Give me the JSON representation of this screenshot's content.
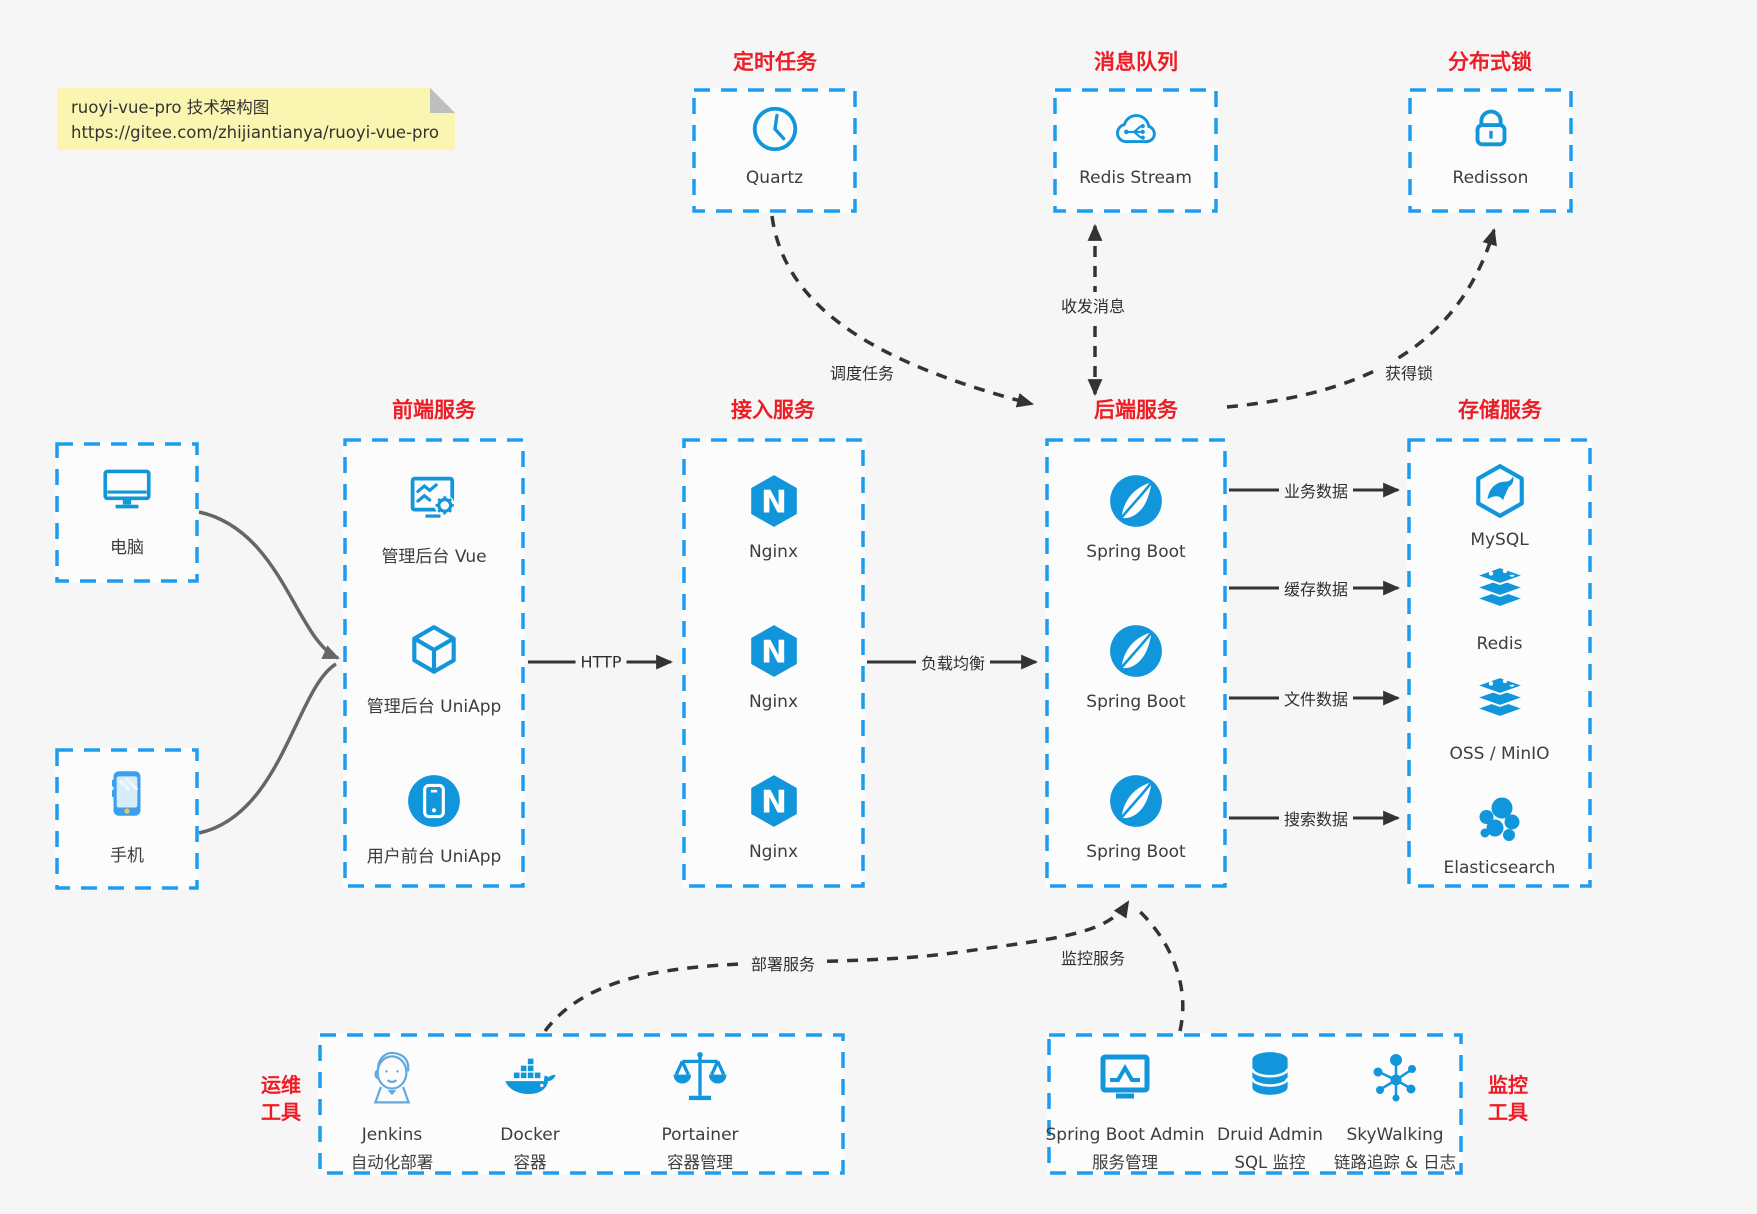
{
  "colors": {
    "accent_blue": "#1296db",
    "border_blue": "#1e9cf0",
    "title_red": "#ee1c24",
    "note_bg": "#fbf5b2",
    "arrow_dark": "#333333",
    "arrow_gray": "#666666"
  },
  "note": {
    "line1": "ruoyi-vue-pro 技术架构图",
    "line2": "https://gitee.com/zhijiantianya/ruoyi-vue-pro"
  },
  "top_services": [
    {
      "title": "定时任务",
      "label": "Quartz",
      "icon": "clock-icon"
    },
    {
      "title": "消息队列",
      "label": "Redis Stream",
      "icon": "cloud-network-icon"
    },
    {
      "title": "分布式锁",
      "label": "Redisson",
      "icon": "lock-icon"
    }
  ],
  "clients": [
    {
      "label": "电脑",
      "icon": "desktop-icon"
    },
    {
      "label": "手机",
      "icon": "smartphone-icon"
    }
  ],
  "columns": [
    {
      "title": "前端服务",
      "items": [
        {
          "label": "管理后台 Vue"
        },
        {
          "label": "管理后台 UniApp"
        },
        {
          "label": "用户前台 UniApp"
        }
      ]
    },
    {
      "title": "接入服务",
      "items": [
        {
          "label": "Nginx"
        },
        {
          "label": "Nginx"
        },
        {
          "label": "Nginx"
        }
      ]
    },
    {
      "title": "后端服务",
      "items": [
        {
          "label": "Spring Boot"
        },
        {
          "label": "Spring Boot"
        },
        {
          "label": "Spring Boot"
        }
      ]
    },
    {
      "title": "存储服务",
      "items": [
        {
          "label": "MySQL"
        },
        {
          "label": "Redis"
        },
        {
          "label": "OSS / MinIO"
        },
        {
          "label": "Elasticsearch"
        }
      ]
    }
  ],
  "edges": {
    "http": "HTTP",
    "load_balance": "负载均衡",
    "schedule_task": "调度任务",
    "send_receive_message": "收发消息",
    "acquire_lock": "获得锁",
    "business_data": "业务数据",
    "cache_data": "缓存数据",
    "file_data": "文件数据",
    "search_data": "搜索数据",
    "deploy_service": "部署服务",
    "monitor_service": "监控服务"
  },
  "ops_group": {
    "side_line1": "运维",
    "side_line2": "工具",
    "items": [
      {
        "name": "Jenkins",
        "desc": "自动化部署",
        "icon": "jenkins-icon"
      },
      {
        "name": "Docker",
        "desc": "容器",
        "icon": "docker-icon"
      },
      {
        "name": "Portainer",
        "desc": "容器管理",
        "icon": "portainer-icon"
      }
    ]
  },
  "monitor_group": {
    "side_line1": "监控",
    "side_line2": "工具",
    "items": [
      {
        "name": "Spring Boot Admin",
        "desc": "服务管理",
        "icon": "monitor-chart-icon"
      },
      {
        "name": "Druid Admin",
        "desc": "SQL 监控",
        "icon": "database-icon"
      },
      {
        "name": "SkyWalking",
        "desc": "链路追踪 & 日志",
        "icon": "network-nodes-icon"
      }
    ]
  }
}
